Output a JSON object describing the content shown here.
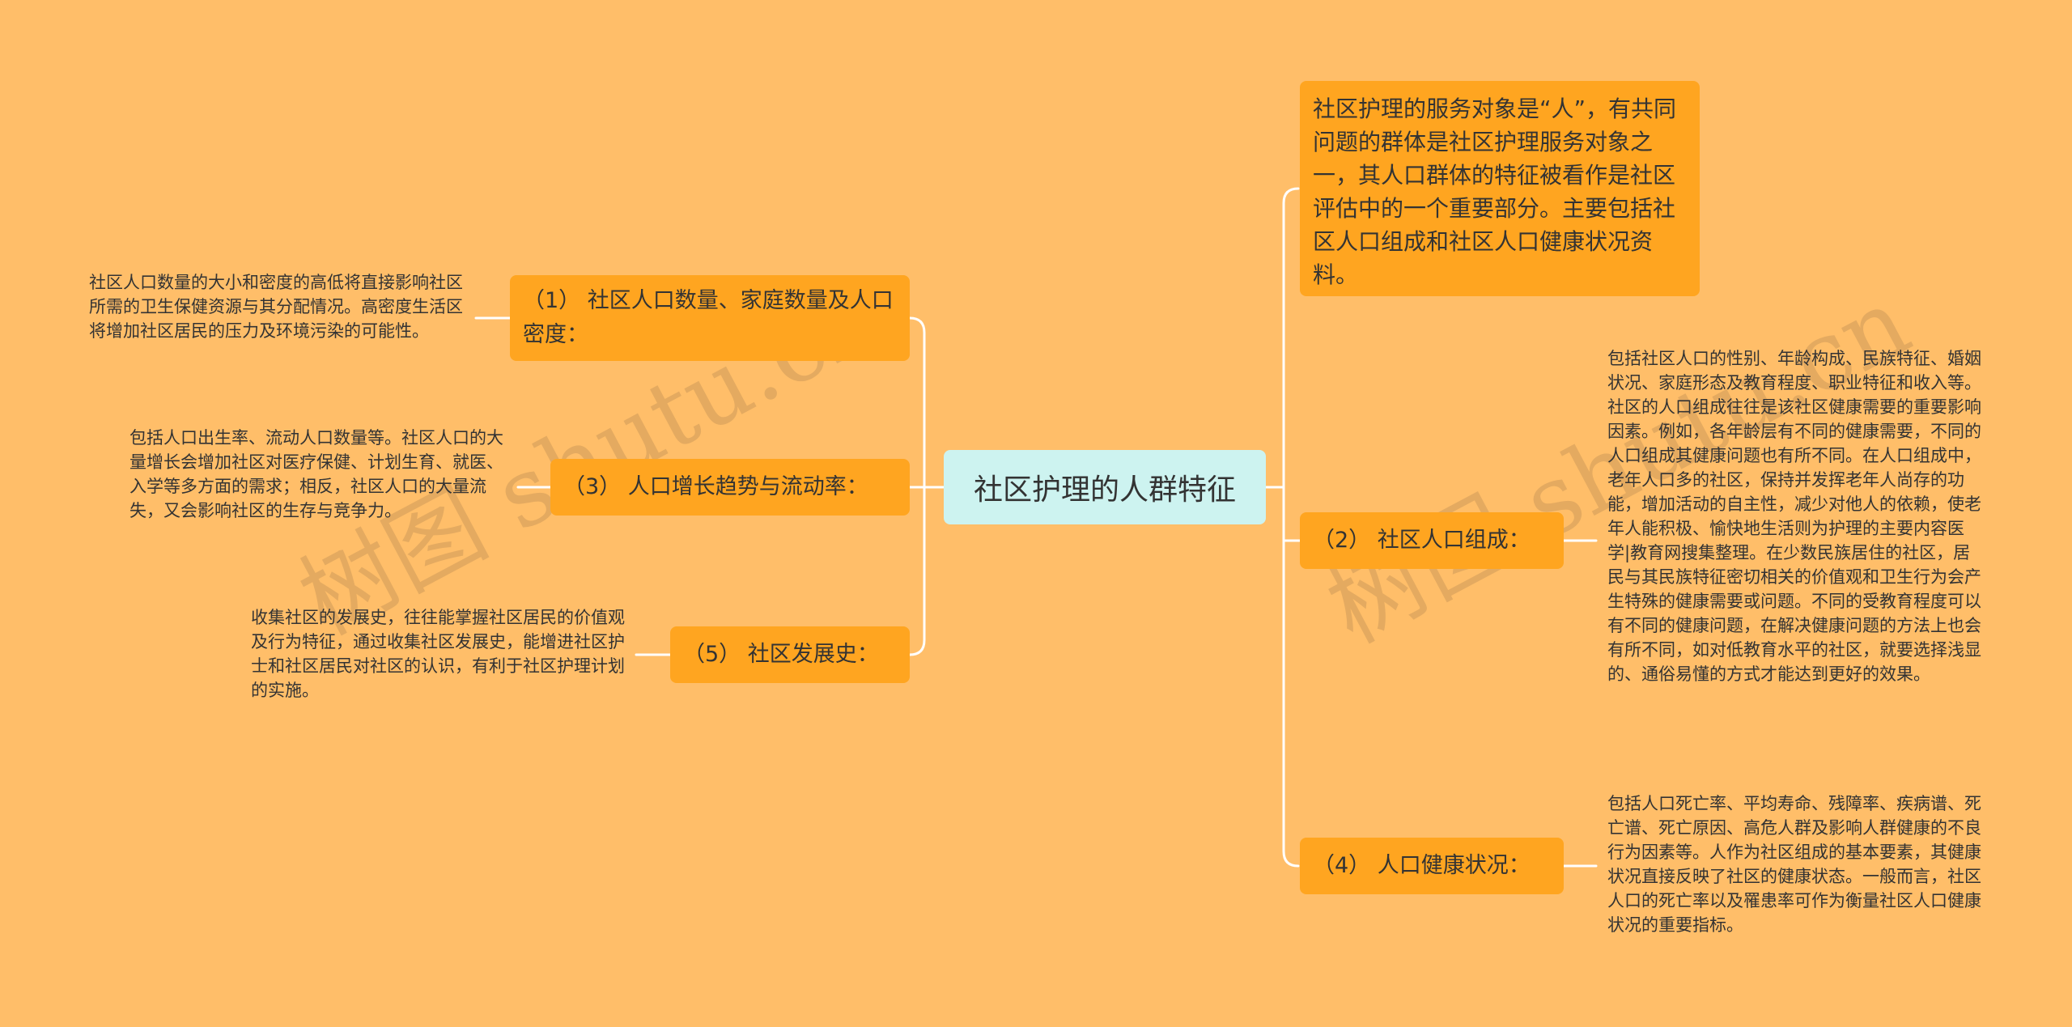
{
  "center": {
    "title": "社区护理的人群特征"
  },
  "left_branches": [
    {
      "label": "（1） 社区人口数量、家庭数量及人口密度：",
      "detail": "社区人口数量的大小和密度的高低将直接影响社区所需的卫生保健资源与其分配情况。高密度生活区将增加社区居民的压力及环境污染的可能性。"
    },
    {
      "label": "（3） 人口增长趋势与流动率：",
      "detail": "包括人口出生率、流动人口数量等。社区人口的大量增长会增加社区对医疗保健、计划生育、就医、入学等多方面的需求；相反，社区人口的大量流失，又会影响社区的生存与竞争力。"
    },
    {
      "label": "（5） 社区发展史：",
      "detail": "收集社区的发展史，往往能掌握社区居民的价值观及行为特征，通过收集社区发展史，能增进社区护士和社区居民对社区的认识，有利于社区护理计划的实施。"
    }
  ],
  "right_branches": [
    {
      "label": "社区护理的服务对象是“人”，有共同问题的群体是社区护理服务对象之一，其人口群体的特征被看作是社区评估中的一个重要部分。主要包括社区人口组成和社区人口健康状况资料。",
      "detail": ""
    },
    {
      "label": "（2） 社区人口组成：",
      "detail": "包括社区人口的性别、年龄构成、民族特征、婚姻状况、家庭形态及教育程度、职业特征和收入等。社区的人口组成往往是该社区健康需要的重要影响因素。例如，各年龄层有不同的健康需要，不同的人口组成其健康问题也有所不同。在人口组成中，老年人口多的社区，保持并发挥老年人尚存的功能，增加活动的自主性，减少对他人的依赖，使老年人能积极、愉快地生活则为护理的主要内容医学|教育网搜集整理。在少数民族居住的社区，居民与其民族特征密切相关的价值观和卫生行为会产生特殊的健康需要或问题。不同的受教育程度可以有不同的健康问题，在解决健康问题的方法上也会有所不同，如对低教育水平的社区，就要选择浅显的、通俗易懂的方式才能达到更好的效果。"
    },
    {
      "label": "（4） 人口健康状况：",
      "detail": "包括人口死亡率、平均寿命、残障率、疾病谱、死亡谱、死亡原因、高危人群及影响人群健康的不良行为因素等。人作为社区组成的基本要素，其健康状况直接反映了社区的健康状态。一般而言，社区人口的死亡率以及罹患率可作为衡量社区人口健康状况的重要指标。"
    }
  ],
  "watermarks": [
    "树图 shutu.cn",
    "树图 shutu.cn"
  ],
  "colors": {
    "background": "#FFBE69",
    "branch_fill": "#FFA520",
    "center_fill": "#CDF3F0",
    "connector": "#FFFFFF"
  }
}
